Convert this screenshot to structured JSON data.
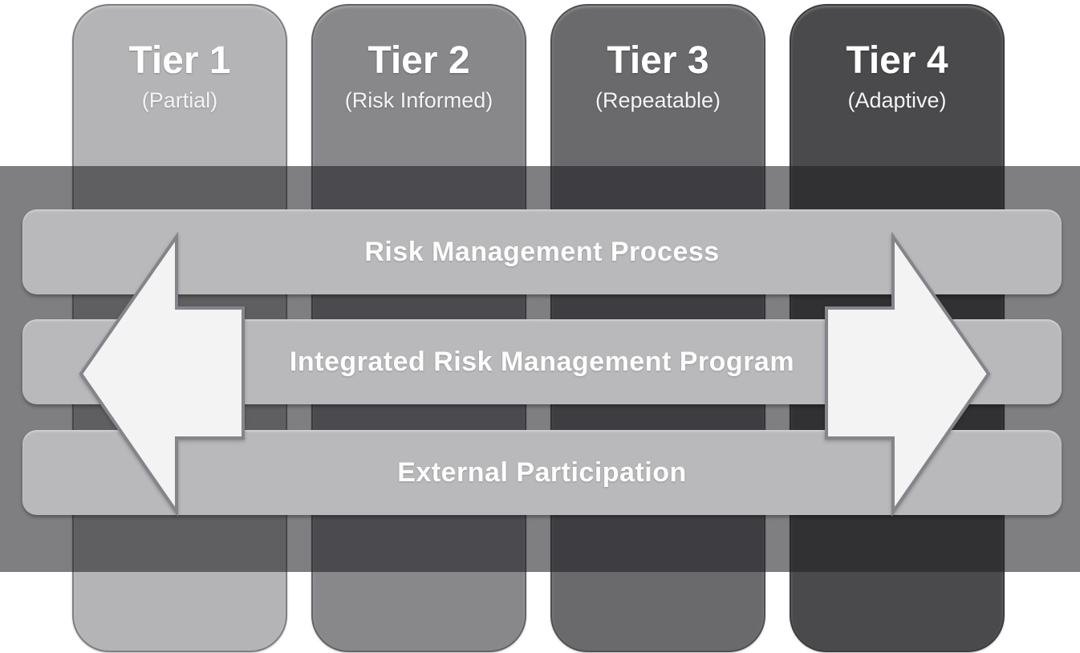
{
  "diagram": {
    "kind": "framework-implementation-tiers"
  },
  "tiers": [
    {
      "title": "Tier 1",
      "subtitle": "(Partial)",
      "color": "#b4b4b6"
    },
    {
      "title": "Tier 2",
      "subtitle": "(Risk Informed)",
      "color": "#88888b"
    },
    {
      "title": "Tier 3",
      "subtitle": "(Repeatable)",
      "color": "#6a6a6d"
    },
    {
      "title": "Tier 4",
      "subtitle": "(Adaptive)",
      "color": "#4a4a4c"
    }
  ],
  "bars": [
    {
      "label": "Risk Management Process"
    },
    {
      "label": "Integrated Risk Management Program"
    },
    {
      "label": "External Participation"
    }
  ],
  "arrows": {
    "left_icon": "left-block-arrow-icon",
    "right_icon": "right-block-arrow-icon"
  },
  "colors": {
    "background": "#ffffff",
    "band_overlay": "rgba(30,30,33,0.57)",
    "band_overlay_hex": "#1e1e21",
    "bar_fill": "#b9b9bb",
    "arrow_fill": "#f3f3f4",
    "arrow_stroke": "#84848a",
    "text": "#ffffff"
  }
}
